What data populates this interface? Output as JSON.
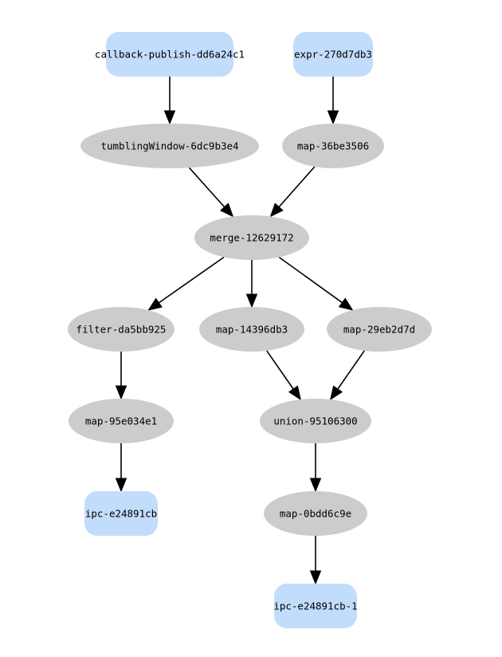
{
  "colors": {
    "source_sink_fill": "#c2dcfb",
    "operator_fill": "#cccccc",
    "edge": "#000000",
    "background": "#ffffff"
  },
  "nodes": [
    {
      "id": "callback",
      "label": "callback-publish-dd6a24c1",
      "kind": "source"
    },
    {
      "id": "expr",
      "label": "expr-270d7db3",
      "kind": "source"
    },
    {
      "id": "tumbling",
      "label": "tumblingWindow-6dc9b3e4",
      "kind": "operator"
    },
    {
      "id": "map36",
      "label": "map-36be3506",
      "kind": "operator"
    },
    {
      "id": "merge",
      "label": "merge-12629172",
      "kind": "operator"
    },
    {
      "id": "filter",
      "label": "filter-da5bb925",
      "kind": "operator"
    },
    {
      "id": "map143",
      "label": "map-14396db3",
      "kind": "operator"
    },
    {
      "id": "map29e",
      "label": "map-29eb2d7d",
      "kind": "operator"
    },
    {
      "id": "map95e",
      "label": "map-95e034e1",
      "kind": "operator"
    },
    {
      "id": "union",
      "label": "union-95106300",
      "kind": "operator"
    },
    {
      "id": "ipc1",
      "label": "ipc-e24891cb",
      "kind": "sink"
    },
    {
      "id": "map0bd",
      "label": "map-0bdd6c9e",
      "kind": "operator"
    },
    {
      "id": "ipc2",
      "label": "ipc-e24891cb-1",
      "kind": "sink"
    }
  ],
  "edges": [
    {
      "from": "callback",
      "to": "tumbling"
    },
    {
      "from": "expr",
      "to": "map36"
    },
    {
      "from": "tumbling",
      "to": "merge"
    },
    {
      "from": "map36",
      "to": "merge"
    },
    {
      "from": "merge",
      "to": "filter"
    },
    {
      "from": "merge",
      "to": "map143"
    },
    {
      "from": "merge",
      "to": "map29e"
    },
    {
      "from": "filter",
      "to": "map95e"
    },
    {
      "from": "map143",
      "to": "union"
    },
    {
      "from": "map29e",
      "to": "union"
    },
    {
      "from": "map95e",
      "to": "ipc1"
    },
    {
      "from": "union",
      "to": "map0bd"
    },
    {
      "from": "map0bd",
      "to": "ipc2"
    }
  ]
}
